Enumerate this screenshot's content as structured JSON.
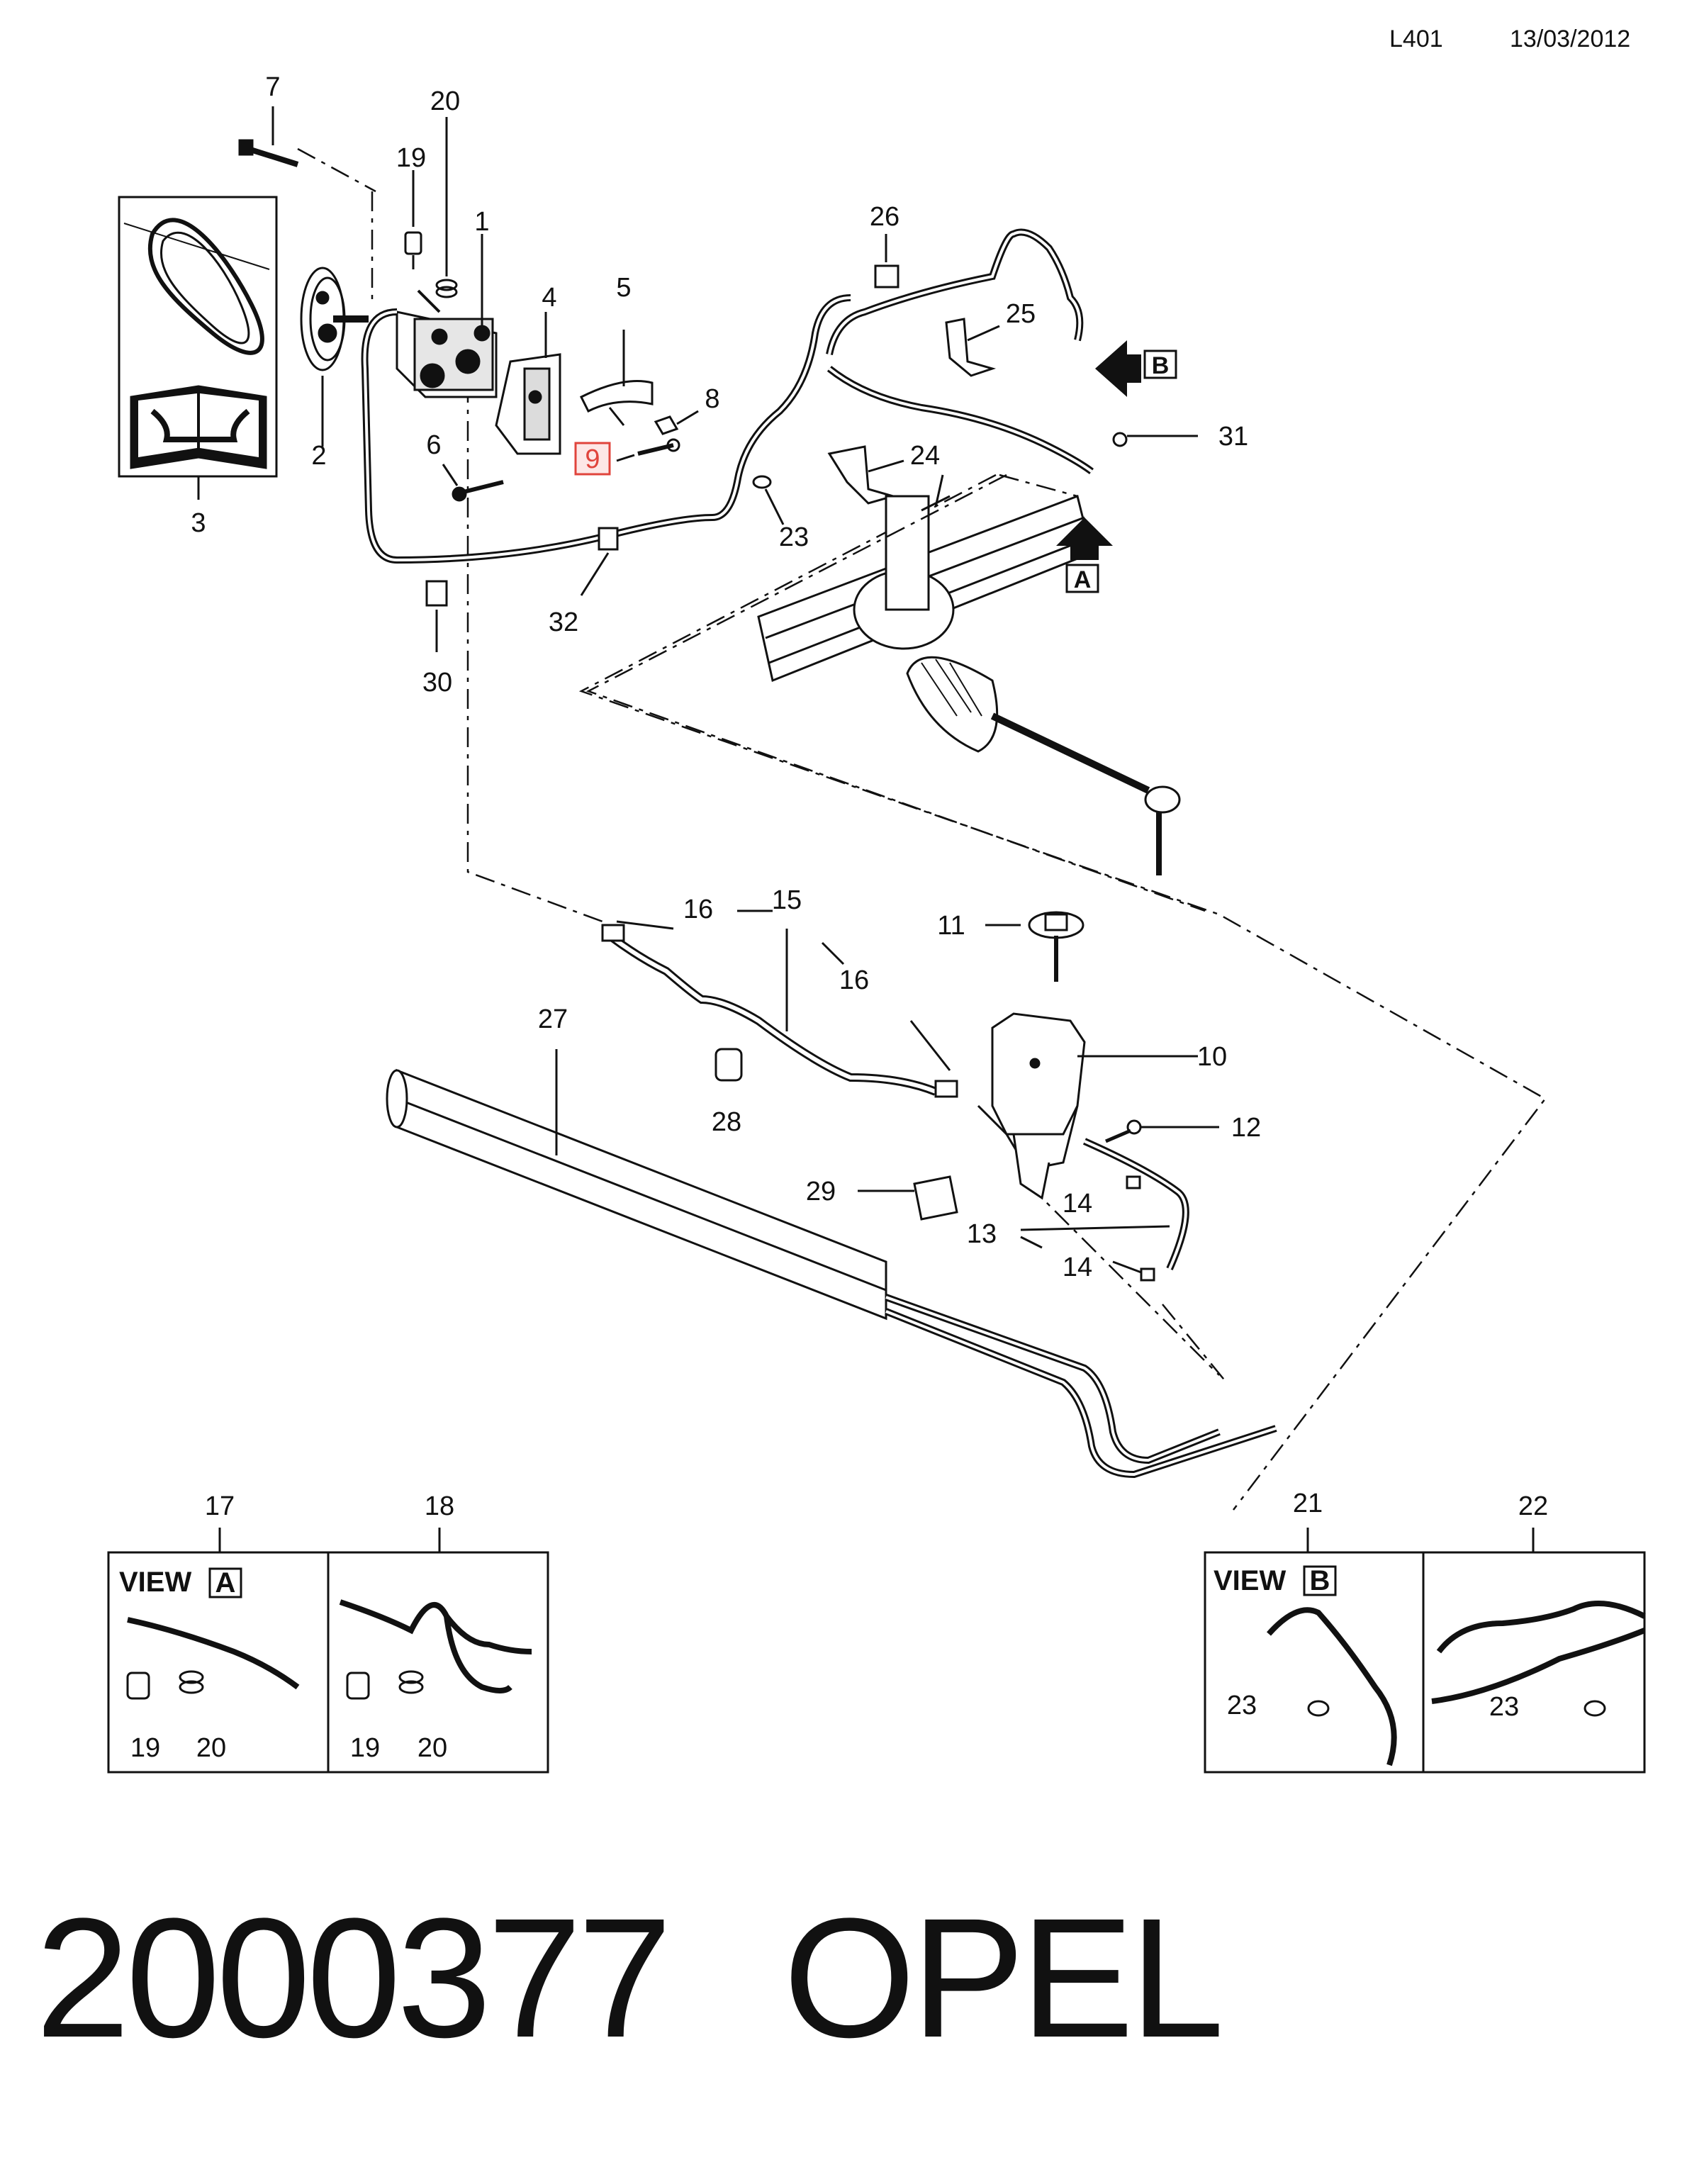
{
  "header": {
    "code": "L401",
    "date": "13/03/2012"
  },
  "footer": {
    "part_number": "2000377",
    "brand": "OPEL"
  },
  "highlight_color": "#e0443c",
  "callouts": [
    {
      "id": "c7",
      "text": "7"
    },
    {
      "id": "c20a",
      "text": "20"
    },
    {
      "id": "c19a",
      "text": "19"
    },
    {
      "id": "c1",
      "text": "1"
    },
    {
      "id": "c4",
      "text": "4"
    },
    {
      "id": "c5",
      "text": "5"
    },
    {
      "id": "c8",
      "text": "8"
    },
    {
      "id": "c9",
      "text": "9",
      "highlighted": true
    },
    {
      "id": "c6",
      "text": "6"
    },
    {
      "id": "c2",
      "text": "2"
    },
    {
      "id": "c3",
      "text": "3"
    },
    {
      "id": "c26",
      "text": "26"
    },
    {
      "id": "c25",
      "text": "25"
    },
    {
      "id": "c31",
      "text": "31"
    },
    {
      "id": "c24",
      "text": "24"
    },
    {
      "id": "c23a",
      "text": "23"
    },
    {
      "id": "c32",
      "text": "32"
    },
    {
      "id": "c30",
      "text": "30"
    },
    {
      "id": "c16a",
      "text": "16"
    },
    {
      "id": "c15",
      "text": "15"
    },
    {
      "id": "c11",
      "text": "11"
    },
    {
      "id": "c16b",
      "text": "16"
    },
    {
      "id": "c27",
      "text": "27"
    },
    {
      "id": "c10",
      "text": "10"
    },
    {
      "id": "c12",
      "text": "12"
    },
    {
      "id": "c28",
      "text": "28"
    },
    {
      "id": "c29",
      "text": "29"
    },
    {
      "id": "c14a",
      "text": "14"
    },
    {
      "id": "c13",
      "text": "13"
    },
    {
      "id": "c14b",
      "text": "14"
    },
    {
      "id": "c17",
      "text": "17"
    },
    {
      "id": "c18",
      "text": "18"
    },
    {
      "id": "c19b",
      "text": "19"
    },
    {
      "id": "c20b",
      "text": "20"
    },
    {
      "id": "c19c",
      "text": "19"
    },
    {
      "id": "c20c",
      "text": "20"
    },
    {
      "id": "c21",
      "text": "21"
    },
    {
      "id": "c22",
      "text": "22"
    },
    {
      "id": "c23b",
      "text": "23"
    },
    {
      "id": "c23c",
      "text": "23"
    }
  ],
  "view_markers": {
    "a": "A",
    "b": "B"
  },
  "panels": {
    "view_a_label": "VIEW",
    "view_a_letter": "A",
    "view_b_label": "VIEW",
    "view_b_letter": "B"
  },
  "icons": [
    "service-manual-book-icon",
    "arrow-a-icon",
    "arrow-b-icon"
  ]
}
